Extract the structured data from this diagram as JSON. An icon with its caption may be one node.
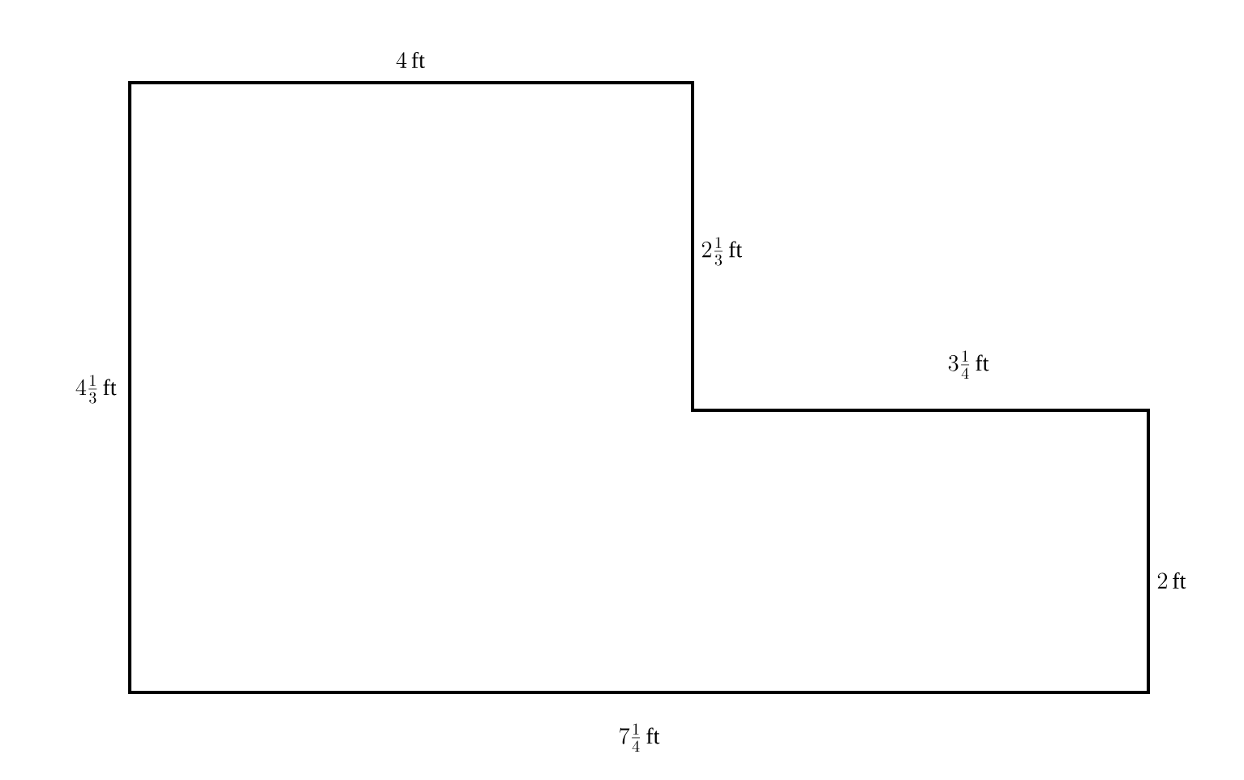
{
  "diagram": {
    "labels": [
      "4\\,\\mathrm{ft}",
      "2\\frac{1}{3}\\,\\mathrm{ft}",
      "3\\frac{1}{4}\\,\\mathrm{ft}",
      "4\\frac{1}{3}\\,\\mathrm{ft}",
      "2\\,\\mathrm{ft}",
      "7\\frac{1}{4}\\,\\mathrm{ft}"
    ]
  }
}
